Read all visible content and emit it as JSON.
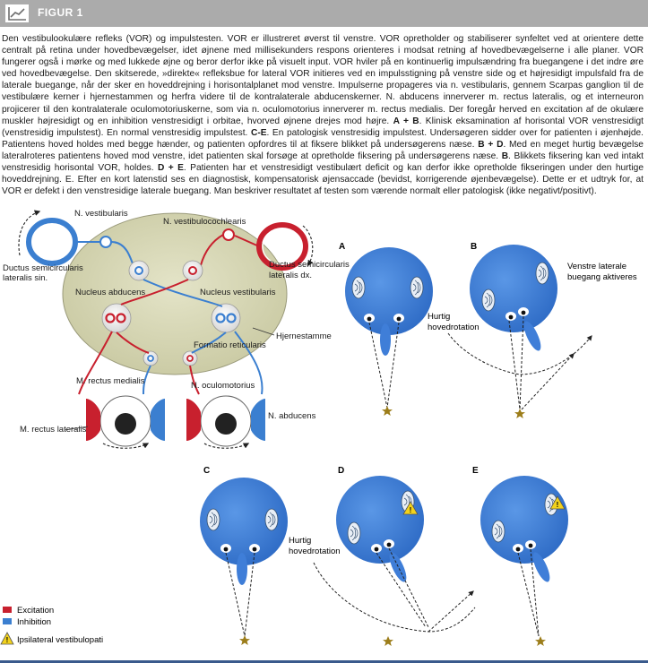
{
  "header": {
    "figure_label": "FIGUR 1",
    "icon": "chart-icon"
  },
  "caption": {
    "p1": "Den vestibulookulære refleks (VOR) og impulstesten. VOR er illustreret øverst til venstre. VOR opretholder og stabiliserer synfeltet ved at orientere dette centralt på retina under hovedbevægelser, idet øjnene med millisekunders respons orienteres i modsat retning af hovedbevægelserne i alle planer. VOR fungerer også i mørke og med lukkede øjne og beror derfor ikke på visuelt input. VOR hviler på en kontinuerlig impulsændring fra buegangene i det indre øre ved hovedbevægelse. Den skitserede, »direkte« refleksbue for lateral VOR initieres ved en impulsstigning på venstre side og et højresidigt impulsfald fra de laterale buegange, når der sker en hoveddrejning i horisontalplanet mod venstre. Impulserne propageres via n. vestibularis, gennem Scarpas ganglion til de vestibulære kerner i hjernestammen og herfra videre til de kontralaterale abducenskerner. N. abducens innerverer m. rectus lateralis, og et interneuron projicerer til den kontralaterale oculomotoriuskerne, som via n. oculomotorius innerverer m. rectus medialis. Der foregår herved en excitation af de okulære muskler højresidigt og en inhibition venstresidigt i orbitae, hvorved øjnene drejes mod højre. ",
    "b1": "A + B",
    "p2": ". Klinisk eksamination af horisontal VOR venstresidigt (venstresidig impulstest). En normal venstresidig impulstest. ",
    "b2": "C-E",
    "p3": ". En patologisk venstresidig impulstest. Undersøgeren sidder over for patienten i øjenhøjde. Patientens hoved holdes med begge hænder, og patienten opfordres til at fiksere blikket på undersøgerens næse. ",
    "b3": "B + D",
    "p4": ". Med en meget hurtig bevægelse lateralroteres patientens hoved mod venstre, idet patienten skal forsøge at opretholde fiksering på undersøgerens næse. ",
    "b4": "B",
    "p5": ". Blikkets fiksering kan ved intakt venstresidig horisontal VOR, holdes. ",
    "b5": "D + E",
    "p6": ". Patienten har et venstresidigt vestibulært deficit og kan derfor ikke opretholde fikseringen under den hurtige hoveddrejning. E. Efter en kort latenstid ses en diagnostisk, kompensatorisk øjensaccade (bevidst, korrigerende øjenbevægelse). Dette er et udtryk for, at VOR er defekt i den venstresidige laterale buegang. Man beskriver resultatet af testen som værende normalt eller patologisk (ikke negativt/positivt)."
  },
  "diagram": {
    "labels": {
      "n_vestibularis": "N. vestibularis",
      "n_vestibulocochlearis": "N. vestibulocochlearis",
      "ductus_sin_1": "Ductus semicircularis",
      "ductus_sin_2": "lateralis sin.",
      "ductus_dx_1": "Ductus semicircularis",
      "ductus_dx_2": "lateralis dx.",
      "nucleus_abducens": "Nucleus abducens",
      "nucleus_vestibularis": "Nucleus vestibularis",
      "hjernestamme": "Hjernestamme",
      "formatio_reticularis": "Formatio reticularis",
      "m_rectus_medialis": "M. rectus medialis",
      "n_oculomotorius": "N. oculomotorius",
      "m_rectus_lateralis": "M. rectus lateralis",
      "n_abducens": "N. abducens"
    },
    "panels": {
      "A": {
        "letter": "A"
      },
      "B": {
        "letter": "B",
        "note_1": "Venstre laterale",
        "note_2": "buegang aktiveres"
      },
      "C": {
        "letter": "C"
      },
      "D": {
        "letter": "D"
      },
      "E": {
        "letter": "E"
      },
      "hurtig_1": "Hurtig",
      "hurtig_2": "hovedrotation"
    },
    "legend": {
      "excitation": "Excitation",
      "inhibition": "Inhibition",
      "lesion": "Ipsilateral vestibulopati"
    },
    "colors": {
      "excitation": "#c8202e",
      "inhibition": "#3b7fd0",
      "head": "#3f7ed8",
      "brainstem": "#ddddbb",
      "star": "#9c7d1a"
    }
  }
}
